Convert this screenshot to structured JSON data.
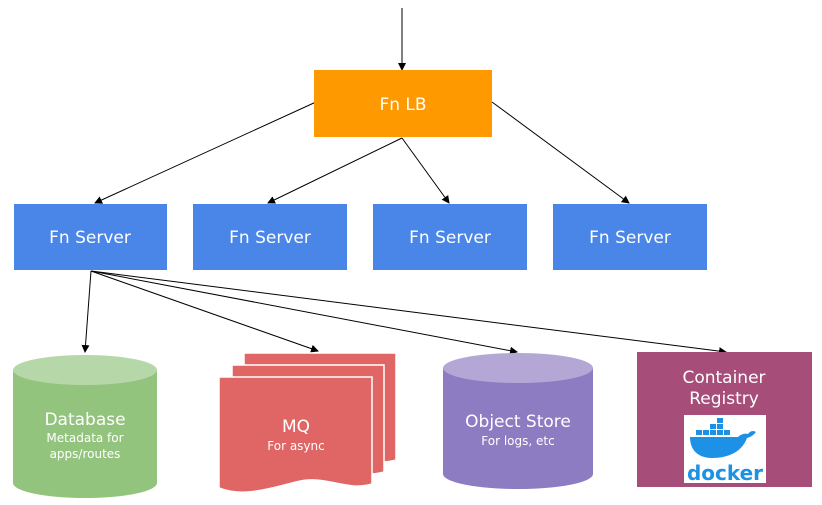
{
  "nodes": {
    "lb": {
      "title": "Fn LB"
    },
    "servers": [
      {
        "title": "Fn Server"
      },
      {
        "title": "Fn Server"
      },
      {
        "title": "Fn Server"
      },
      {
        "title": "Fn Server"
      }
    ],
    "database": {
      "title": "Database",
      "subtitle_line1": "Metadata for",
      "subtitle_line2": "apps/routes"
    },
    "mq": {
      "title": "MQ",
      "subtitle": "For async"
    },
    "object_store": {
      "title": "Object Store",
      "subtitle": "For logs, etc"
    },
    "registry": {
      "title_line1": "Container",
      "title_line2": "Registry",
      "logo_text": "docker"
    }
  },
  "colors": {
    "lb": "#ff9900",
    "server": "#4a86e8",
    "database": "#93c47d",
    "database_top": "#b6d7a8",
    "mq": "#e06666",
    "object_store": "#8e7cc3",
    "object_store_top": "#b4a7d6",
    "registry": "#a64d79",
    "docker_blue": "#1d91e6"
  }
}
